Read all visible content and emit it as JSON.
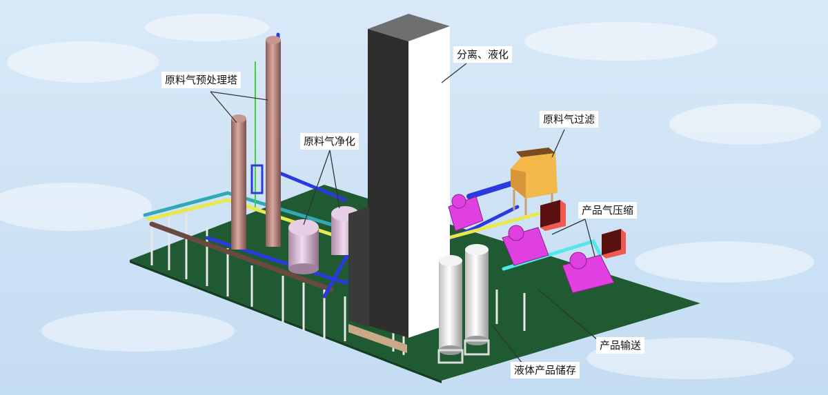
{
  "labels": {
    "pretreatment_tower": "原料气预处理塔",
    "purification": "原料气净化",
    "separation_liquefaction": "分离、液化",
    "feed_filter": "原料气过滤",
    "product_compression": "产品气压缩",
    "product_delivery": "产品输送",
    "liquid_storage": "液体产品储存"
  },
  "colors": {
    "sky": "#cfe3f5",
    "platform": "#1f5a32",
    "tower": "#b98a84",
    "cold_box_front": "#ffffff",
    "cold_box_side": "#2e2e2e",
    "compressor": "#e040e0",
    "filter": "#f2b84a"
  }
}
